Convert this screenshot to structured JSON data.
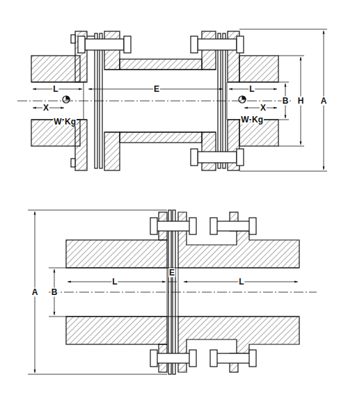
{
  "diagram": {
    "labels": [
      "L",
      "E",
      "L",
      "X",
      "W",
      "Kg",
      "X",
      "W",
      "Kg",
      "B",
      "H",
      "A",
      "A",
      "B",
      "L",
      "E",
      "L"
    ]
  }
}
